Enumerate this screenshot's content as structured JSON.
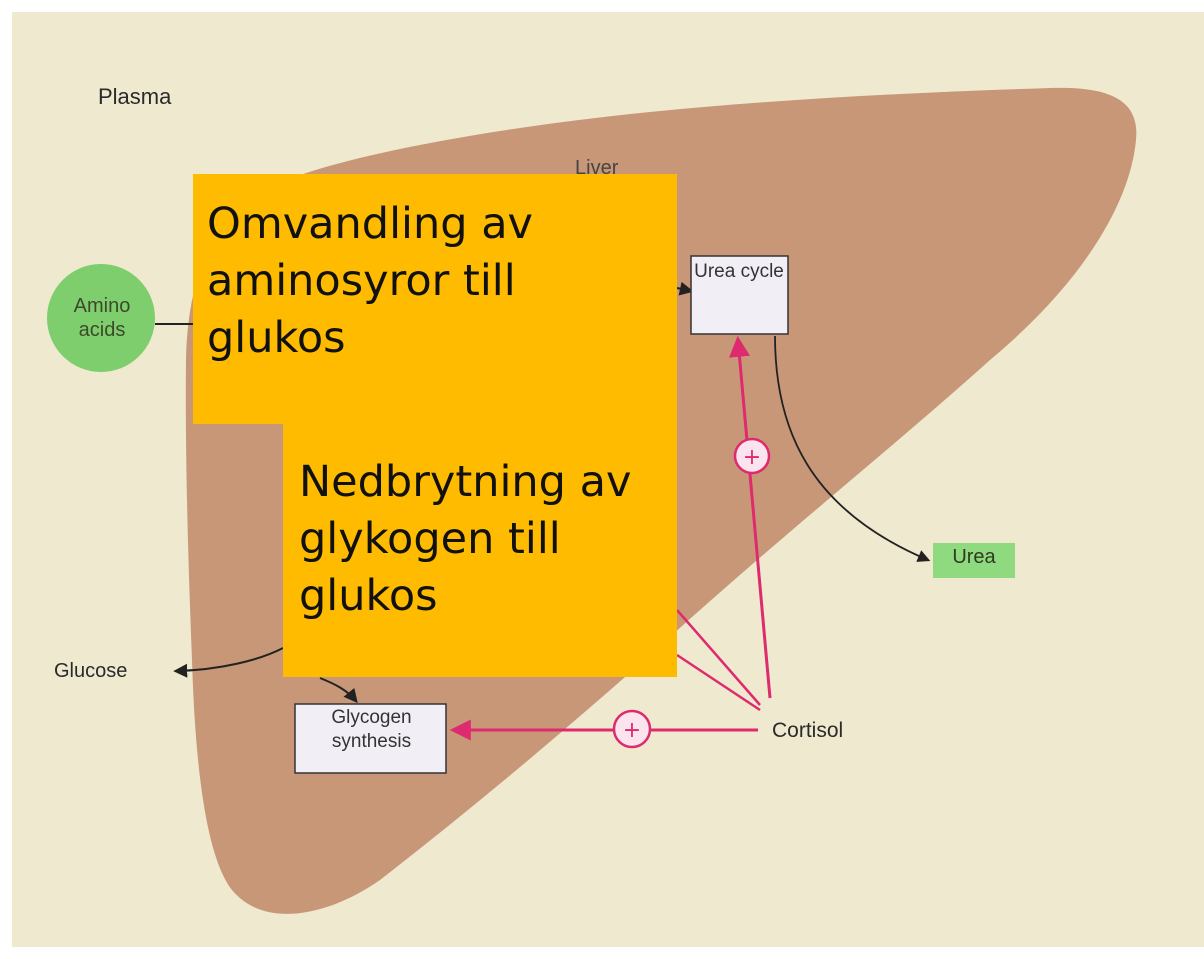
{
  "labels": {
    "plasma": "Plasma",
    "liver": "Liver",
    "amino_acids": "Amino acids",
    "urea_cycle": "Urea cycle",
    "urea": "Urea",
    "glucose": "Glucose",
    "glycogen_synthesis": "Glycogen synthesis",
    "cortisol": "Cortisol",
    "plus_sign": "+"
  },
  "callouts": {
    "amino_to_glucose": "Omvandling av aminosyror till glukos",
    "glycogen_to_glucose": "Nedbrytning av glykogen till glukos"
  },
  "colors": {
    "background": "#efe9cf",
    "liver": "#c89778",
    "node_green": "#7fce6e",
    "stimulation": "#de2a6e",
    "callout": "#ffbb00"
  }
}
